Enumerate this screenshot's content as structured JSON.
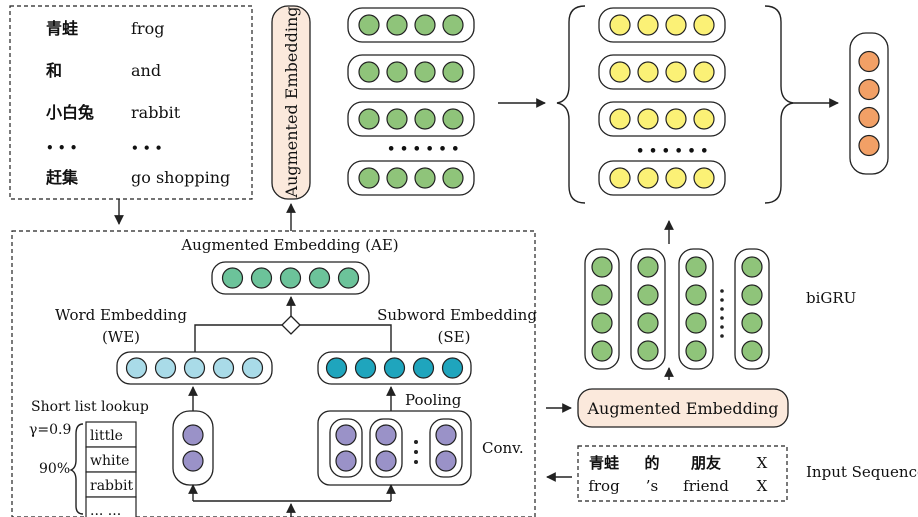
{
  "vocab": {
    "rows": [
      {
        "zh": "青蛙",
        "en": "frog"
      },
      {
        "zh": "和",
        "en": "and"
      },
      {
        "zh": "小白兔",
        "en": "rabbit"
      },
      {
        "zh": "• • •",
        "en": "• • •"
      },
      {
        "zh": "赶集",
        "en": "go shopping"
      }
    ]
  },
  "labels": {
    "augmented_vertical": "Augmented Embedding",
    "ae_title": "Augmented Embedding (AE)",
    "we_title": "Word Embedding",
    "we_abbr": "(WE)",
    "se_title": "Subword Embedding",
    "se_abbr": "(SE)",
    "pooling": "Pooling",
    "conv": "Conv.",
    "short_list": "Short list lookup",
    "gamma": "γ=0.9",
    "percent": "90%",
    "bigru": "biGRU",
    "augmented_box": "Augmented Embedding",
    "input_sequence": "Input Sequence",
    "dots": "• • • • • •"
  },
  "short_list": [
    "little",
    "white",
    "rabbit",
    "... ..."
  ],
  "input_seq": {
    "zh": [
      "青蛙",
      "的",
      "朋友",
      "X"
    ],
    "en": [
      "frog",
      "’s",
      "friend",
      "X"
    ]
  },
  "colors": {
    "green": "#8fc47a",
    "teal": "#6cc39a",
    "light_blue": "#a9dbe8",
    "dark_teal": "#1fa5bd",
    "purple": "#9a92c8",
    "yellow": "#fbf176",
    "orange": "#f2a066",
    "cream": "#fbe9dc"
  }
}
